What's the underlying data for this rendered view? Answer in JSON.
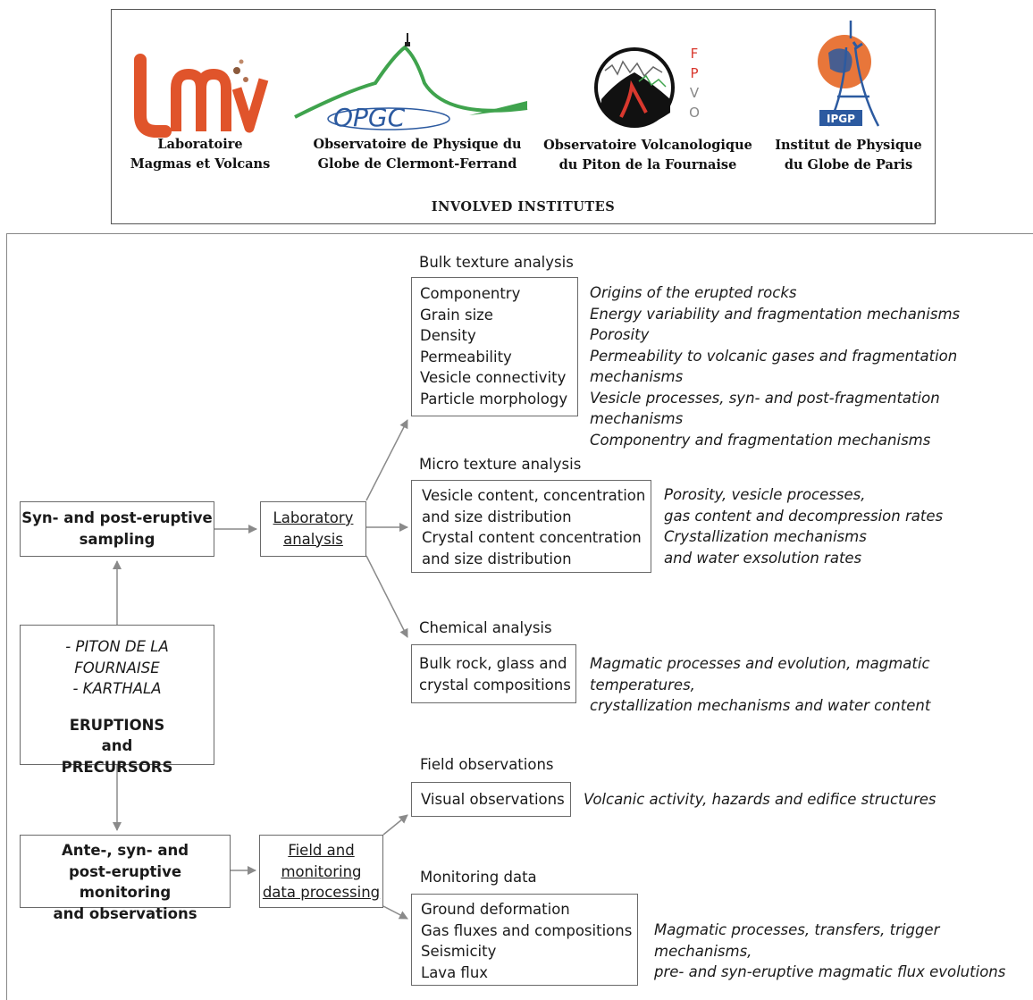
{
  "institutes": {
    "title": "INVOLVED INSTITUTES",
    "items": [
      {
        "logo_text": "lmv",
        "name": "Laboratoire\nMagmas et Volcans",
        "color": "#e0542b"
      },
      {
        "logo_text": "OPGC",
        "name": "Observatoire de Physique du\nGlobe de Clermont-Ferrand",
        "color": "#3fa34d"
      },
      {
        "logo_text": "OVPF",
        "name": "Observatoire Volcanologique\ndu Piton de la Fournaise",
        "color": "#d9382e"
      },
      {
        "logo_text": "IPGP",
        "name": "Institut de Physique\ndu Globe de Paris",
        "color": "#2c5aa0"
      }
    ]
  },
  "flow": {
    "sampling": "Syn- and post-eruptive\nsampling",
    "eruptions_sites": "- PITON DE LA FOURNAISE\n- KARTHALA",
    "eruptions_title": "ERUPTIONS\nand\nPRECURSORS",
    "monitoring": "Ante-, syn- and\npost-eruptive monitoring\nand observations",
    "laboratory": "Laboratory\nanalysis",
    "field_processing": "Field and\nmonitoring\ndata processing",
    "bulk": {
      "heading": "Bulk texture analysis",
      "items": "Componentry\nGrain size\nDensity\nPermeability\nVesicle connectivity\nParticle morphology",
      "notes": "Origins of the erupted rocks\nEnergy variability and fragmentation mechanisms\nPorosity\nPermeability to volcanic gases and fragmentation mechanisms\nVesicle processes, syn- and post-fragmentation mechanisms\nComponentry and fragmentation mechanisms"
    },
    "micro": {
      "heading": "Micro texture analysis",
      "items": "Vesicle content, concentration\nand size distribution\nCrystal content concentration\nand size distribution",
      "notes": "Porosity, vesicle processes,\ngas content and decompression rates\nCrystallization mechanisms\nand water exsolution rates"
    },
    "chemical": {
      "heading": "Chemical analysis",
      "items": "Bulk rock, glass and\ncrystal compositions",
      "notes": "Magmatic processes and evolution, magmatic temperatures,\ncrystallization mechanisms and water content"
    },
    "field_obs": {
      "heading": "Field observations",
      "items": "Visual observations",
      "notes": "Volcanic activity, hazards and edifice structures"
    },
    "monitoring_data": {
      "heading": "Monitoring data",
      "items": "Ground deformation\nGas fluxes and compositions\nSeismicity\nLava flux",
      "notes": "Magmatic processes, transfers, trigger mechanisms,\npre- and syn-eruptive magmatic flux evolutions"
    }
  },
  "colors": {
    "arrow": "#8a8a8a",
    "border": "#6a6a6a"
  }
}
